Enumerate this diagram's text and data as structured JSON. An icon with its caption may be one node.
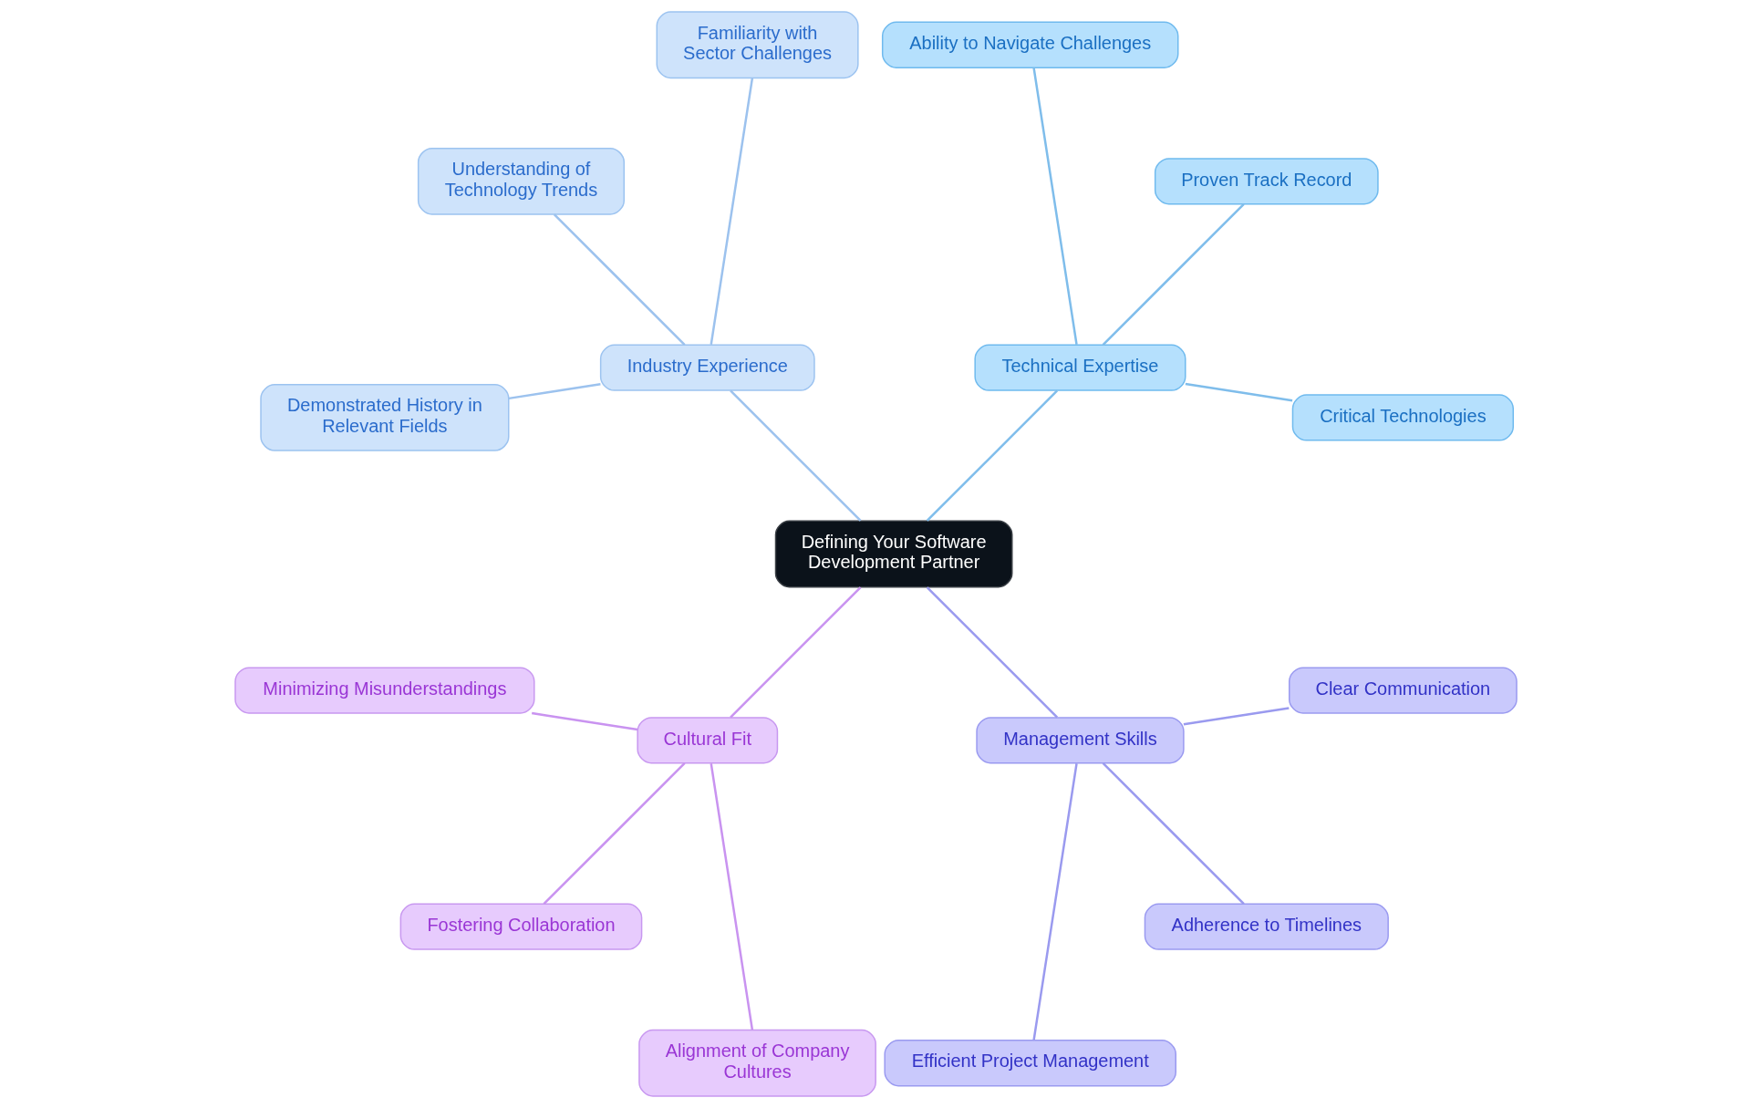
{
  "diagram": {
    "nodes": [
      {
        "text": [
          "Defining Your Software Development Partner"
        ]
      },
      {
        "text": [
          "Technical Expertise"
        ]
      },
      {
        "text": [
          "Critical Technologies"
        ]
      },
      {
        "text": [
          "Proven Track Record"
        ]
      },
      {
        "text": [
          "Ability to Navigate Challenges"
        ]
      },
      {
        "text": [
          "Industry Experience"
        ]
      },
      {
        "text": [
          "Familiarity with Sector Challenges"
        ]
      },
      {
        "text": [
          "Understanding of Technology Trends"
        ]
      },
      {
        "text": [
          "Demonstrated History in Relevant Fields"
        ]
      },
      {
        "text": [
          "Cultural Fit"
        ]
      },
      {
        "text": [
          "Minimizing Misunderstandings"
        ]
      },
      {
        "text": [
          "Fostering Collaboration"
        ]
      },
      {
        "text": [
          "Alignment of Company Cultures"
        ]
      },
      {
        "text": [
          "Management Skills"
        ]
      },
      {
        "text": [
          "Efficient Project Management"
        ]
      },
      {
        "text": [
          "Adherence to Timelines"
        ]
      },
      {
        "text": [
          "Clear Communication"
        ]
      }
    ],
    "edges": [
      {
        "from": 0,
        "to": 1,
        "arrow": "none",
        "color": "#7fbdeb"
      },
      {
        "from": 1,
        "to": 2,
        "arrow": "none",
        "color": "#7fbdeb"
      },
      {
        "from": 1,
        "to": 3,
        "arrow": "none",
        "color": "#7fbdeb"
      },
      {
        "from": 1,
        "to": 4,
        "arrow": "none",
        "color": "#7fbdeb"
      },
      {
        "from": 0,
        "to": 5,
        "arrow": "none",
        "color": "#9cc2ee"
      },
      {
        "from": 5,
        "to": 6,
        "arrow": "none",
        "color": "#9cc2ee"
      },
      {
        "from": 5,
        "to": 7,
        "arrow": "none",
        "color": "#9cc2ee"
      },
      {
        "from": 5,
        "to": 8,
        "arrow": "none",
        "color": "#9cc2ee"
      },
      {
        "from": 0,
        "to": 9,
        "arrow": "none",
        "color": "#c993f0"
      },
      {
        "from": 9,
        "to": 10,
        "arrow": "none",
        "color": "#c993f0"
      },
      {
        "from": 9,
        "to": 11,
        "arrow": "none",
        "color": "#c993f0"
      },
      {
        "from": 9,
        "to": 12,
        "arrow": "none",
        "color": "#c993f0"
      },
      {
        "from": 0,
        "to": 13,
        "arrow": "none",
        "color": "#9a9aef"
      },
      {
        "from": 13,
        "to": 14,
        "arrow": "none",
        "color": "#9a9aef"
      },
      {
        "from": 13,
        "to": 15,
        "arrow": "none",
        "color": "#9a9aef"
      },
      {
        "from": 13,
        "to": 16,
        "arrow": "none",
        "color": "#9a9aef"
      }
    ]
  }
}
